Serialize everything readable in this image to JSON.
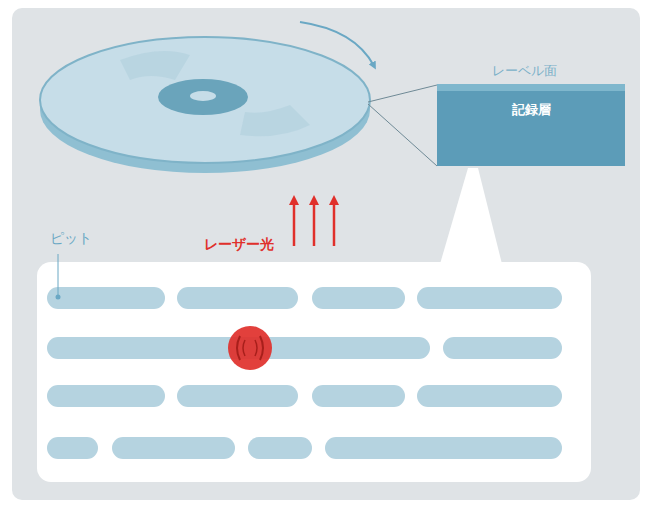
{
  "diagram": {
    "nodes": [
      {
        "text": [
          "記録層"
        ]
      }
    ],
    "labels": [
      "レーベル面",
      "レーザー光",
      "ピット"
    ]
  }
}
